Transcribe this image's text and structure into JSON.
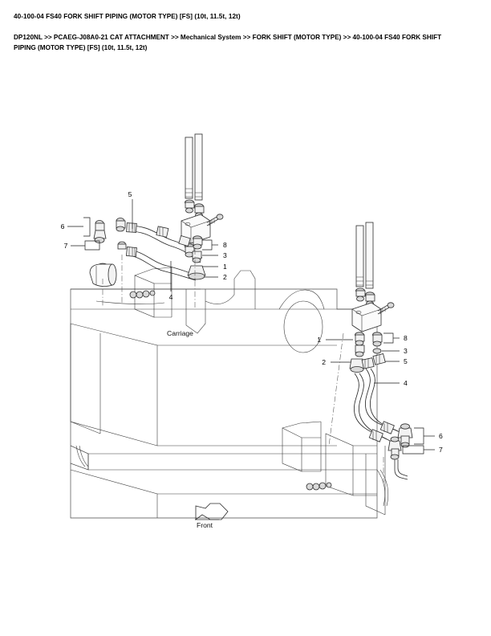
{
  "document": {
    "title": "40-100-04 FS40 FORK SHIFT PIPING (MOTOR TYPE) [FS] (10t, 11.5t, 12t)",
    "breadcrumb": "DP120NL >> PCAEG-J08A0-21 CAT ATTACHMENT >> Mechanical System >> FORK SHIFT (MOTOR TYPE) >> 40-100-04 FS40 FORK SHIFT PIPING (MOTOR TYPE) [FS] (10t, 11.5t, 12t)"
  },
  "diagram": {
    "labels": {
      "carriage": "Carriage",
      "front": "Front"
    },
    "left_callouts": [
      {
        "id": "l5",
        "number": "5"
      },
      {
        "id": "l6",
        "number": "6"
      },
      {
        "id": "l7",
        "number": "7"
      },
      {
        "id": "l4",
        "number": "4"
      },
      {
        "id": "l8",
        "number": "8"
      },
      {
        "id": "l3",
        "number": "3"
      },
      {
        "id": "l1",
        "number": "1"
      },
      {
        "id": "l2",
        "number": "2"
      }
    ],
    "right_callouts": [
      {
        "id": "r1",
        "number": "1"
      },
      {
        "id": "r8",
        "number": "8"
      },
      {
        "id": "r3",
        "number": "3"
      },
      {
        "id": "r2",
        "number": "2"
      },
      {
        "id": "r5",
        "number": "5"
      },
      {
        "id": "r4",
        "number": "4"
      },
      {
        "id": "r6",
        "number": "6"
      },
      {
        "id": "r7",
        "number": "7"
      }
    ]
  }
}
